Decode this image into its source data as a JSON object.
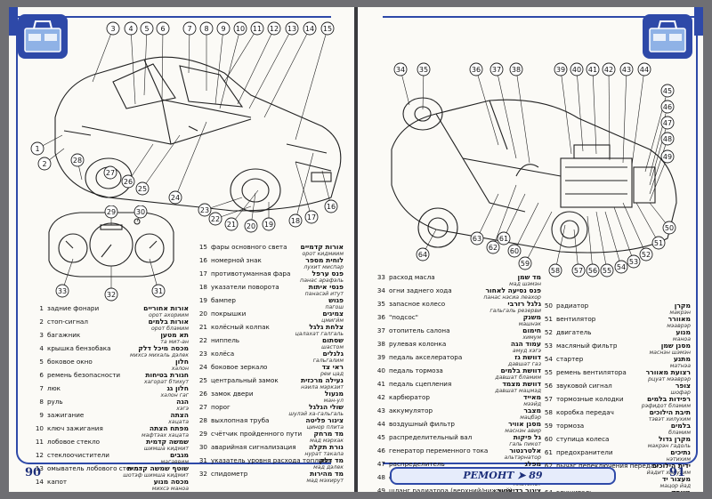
{
  "book": {
    "left_page_number": "90",
    "right_page_number": "91",
    "banner": "РЕМОНТ ➤ 89"
  },
  "colors": {
    "frame": "#2e49a8",
    "paper": "#fbfaf6",
    "ink": "#111111"
  },
  "icons": {
    "left": "toolbox-icon",
    "right": "toolbox-icon"
  },
  "left_callouts": [
    "1",
    "2",
    "3",
    "4",
    "5",
    "6",
    "7",
    "8",
    "9",
    "10",
    "11",
    "12",
    "13",
    "14",
    "15",
    "16",
    "17",
    "18",
    "19",
    "20",
    "21",
    "22",
    "23",
    "24",
    "25",
    "26",
    "27",
    "28"
  ],
  "dash_callouts": [
    "29",
    "30",
    "31",
    "32",
    "33"
  ],
  "right_callouts": [
    "34",
    "35",
    "36",
    "37",
    "38",
    "39",
    "40",
    "41",
    "42",
    "43",
    "44",
    "45",
    "46",
    "47",
    "48",
    "49",
    "50",
    "51",
    "52",
    "53",
    "54",
    "55",
    "56",
    "57",
    "58",
    "59",
    "60",
    "61",
    "62",
    "63",
    "64"
  ],
  "legend_left_a": [
    {
      "n": "1",
      "ru": "задние фонари",
      "he": "אורות אחוריים",
      "tr": "орот ахориим"
    },
    {
      "n": "2",
      "ru": "стоп-сигнал",
      "he": "אורות בלמים",
      "tr": "орот бламим"
    },
    {
      "n": "3",
      "ru": "багажник",
      "he": "תא מטען",
      "tr": "та мит-ан"
    },
    {
      "n": "4",
      "ru": "крышка бензобака",
      "he": "מכסה מיכל דלק",
      "tr": "михсэ михаль дэлек"
    },
    {
      "n": "5",
      "ru": "боковое окно",
      "he": "חלון",
      "tr": "халон"
    },
    {
      "n": "6",
      "ru": "ремень безопасности",
      "he": "חגורת בטיחות",
      "tr": "хагорат бтихут"
    },
    {
      "n": "7",
      "ru": "люк",
      "he": "חלון גג",
      "tr": "халон гаг"
    },
    {
      "n": "8",
      "ru": "руль",
      "he": "הגה",
      "tr": "хэгэ"
    },
    {
      "n": "9",
      "ru": "зажигание",
      "he": "הצתה",
      "tr": "хацата"
    },
    {
      "n": "10",
      "ru": "ключ зажигания",
      "he": "מפתח הצתה",
      "tr": "мафтэах хацата"
    },
    {
      "n": "11",
      "ru": "лобовое стекло",
      "he": "שמשה קדמית",
      "tr": "шимша кидмит"
    },
    {
      "n": "12",
      "ru": "стеклоочистители",
      "he": "מגבים",
      "tr": "магаввим"
    },
    {
      "n": "13",
      "ru": "омыватель лобового стекла",
      "he": "שוטף שמשה קדמית",
      "tr": "шотэф шимша кидмит"
    },
    {
      "n": "14",
      "ru": "капот",
      "he": "מכסה מנוע",
      "tr": "михсэ маноа"
    }
  ],
  "legend_left_b": [
    {
      "n": "15",
      "ru": "фары основного света",
      "he": "אורות קדמיים",
      "tr": "орот кидмиим"
    },
    {
      "n": "16",
      "ru": "номерной знак",
      "he": "לוחית מספר",
      "tr": "лухит миспар"
    },
    {
      "n": "17",
      "ru": "противотуманная фара",
      "he": "פנס ערפל",
      "tr": "панас арафэль"
    },
    {
      "n": "18",
      "ru": "указатели поворота",
      "he": "פנסי איתות",
      "tr": "панасэй итут"
    },
    {
      "n": "19",
      "ru": "бампер",
      "he": "פגוש",
      "tr": "пагош"
    },
    {
      "n": "20",
      "ru": "покрышки",
      "he": "צמיגים",
      "tr": "цмиги́м"
    },
    {
      "n": "21",
      "ru": "колёсный колпак",
      "he": "צלחת גלגל",
      "tr": "цалахат галгаль"
    },
    {
      "n": "22",
      "ru": "ниппель",
      "he": "שסתום",
      "tr": "шастом"
    },
    {
      "n": "23",
      "ru": "колёса",
      "he": "גלגלים",
      "tr": "гальгалим"
    },
    {
      "n": "24",
      "ru": "боковое зеркало",
      "he": "ראי צד",
      "tr": "реи цад"
    },
    {
      "n": "25",
      "ru": "центральный замок",
      "he": "נעילה מרכזית",
      "tr": "нэила мэркзит"
    },
    {
      "n": "26",
      "ru": "замок двери",
      "he": "מנעול",
      "tr": "ман-ул"
    },
    {
      "n": "27",
      "ru": "порог",
      "he": "שולי הגלגל",
      "tr": "шулэй ха-гальгаль"
    },
    {
      "n": "28",
      "ru": "выхлопная труба",
      "he": "צינור פליטה",
      "tr": "цинор плита"
    },
    {
      "n": "29",
      "ru": "счётчик пройденного пути",
      "he": "מד מרחק",
      "tr": "мад мэрхак"
    },
    {
      "n": "30",
      "ru": "аварийная сигнализация",
      "he": "נורת תקלה",
      "tr": "нурат такала"
    },
    {
      "n": "31",
      "ru": "указатель уровня расхода топлива",
      "he": "מד דלק",
      "tr": "мад дэлек"
    },
    {
      "n": "32",
      "ru": "спидометр",
      "he": "מד מהירות",
      "tr": "мад мэхирут"
    }
  ],
  "legend_right_a": [
    {
      "n": "33",
      "ru": "расход масла",
      "he": "מד שמן",
      "tr": "мад шэмэн"
    },
    {
      "n": "34",
      "ru": "огни заднего хода",
      "he": "פנס נסיעה לאחור",
      "tr": "панас нэсиа леахор"
    },
    {
      "n": "35",
      "ru": "запасное колесо",
      "he": "גלגל רזרבי",
      "tr": "гальгаль резерви"
    },
    {
      "n": "36",
      "ru": "\"подсос\"",
      "he": "משנק",
      "tr": "машнэк"
    },
    {
      "n": "37",
      "ru": "отопитель салона",
      "he": "חימום",
      "tr": "химум"
    },
    {
      "n": "38",
      "ru": "рулевая колонка",
      "he": "עמוד הגה",
      "tr": "амуд хэгэ"
    },
    {
      "n": "39",
      "ru": "педаль акселератора",
      "he": "דוושת גז",
      "tr": "давшат газ"
    },
    {
      "n": "40",
      "ru": "педаль тормоза",
      "he": "דוושת בלמים",
      "tr": "давшат бламим"
    },
    {
      "n": "41",
      "ru": "педаль сцепления",
      "he": "דוושת מצמד",
      "tr": "давшат мацмэд"
    },
    {
      "n": "42",
      "ru": "карбюратор",
      "he": "מאייד",
      "tr": "мээйд"
    },
    {
      "n": "43",
      "ru": "аккумулятор",
      "he": "מצבר",
      "tr": "мацбэр"
    },
    {
      "n": "44",
      "ru": "воздушный фильтр",
      "he": "מסנן אוויר",
      "tr": "маснэн авир"
    },
    {
      "n": "45",
      "ru": "распределительный вал",
      "he": "גל פיקות",
      "tr": "галь пикот"
    },
    {
      "n": "46",
      "ru": "генератор переменного тока",
      "he": "אלטרנטור",
      "tr": "альтэрнатор"
    },
    {
      "n": "47",
      "ru": "распределитель",
      "he": "מפלג",
      "tr": "мафлэг"
    },
    {
      "n": "48",
      "ru": "свечи",
      "he": "פלטינות",
      "tr": "платинот"
    },
    {
      "n": "49",
      "ru": "шланг радиатора (верхний/нижний)",
      "he": "צינור רדיאטור",
      "tr": "цинор радиатор"
    }
  ],
  "legend_right_b": [
    {
      "n": "50",
      "ru": "радиатор",
      "he": "מקרן",
      "tr": "макрэн"
    },
    {
      "n": "51",
      "ru": "вентилятор",
      "he": "מאוורר",
      "tr": "мэаврэр"
    },
    {
      "n": "52",
      "ru": "двигатель",
      "he": "מנוע",
      "tr": "маноа"
    },
    {
      "n": "53",
      "ru": "масляный фильтр",
      "he": "מסנן שמן",
      "tr": "маснэн шэмэн"
    },
    {
      "n": "54",
      "ru": "стартер",
      "he": "מתנע",
      "tr": "матнэа"
    },
    {
      "n": "55",
      "ru": "ремень вентилятора",
      "he": "רצועת מאוורר",
      "tr": "рцуат мэаврэр"
    },
    {
      "n": "56",
      "ru": "звуковой сигнал",
      "he": "צופר",
      "tr": "шофар"
    },
    {
      "n": "57",
      "ru": "тормозные колодки",
      "he": "רפידות בלמים",
      "tr": "рэфидот бламим"
    },
    {
      "n": "58",
      "ru": "коробка передач",
      "he": "תיבת הילוכים",
      "tr": "тэвэт хилухим"
    },
    {
      "n": "59",
      "ru": "тормоза",
      "he": "בלמים",
      "tr": "бламим"
    },
    {
      "n": "60",
      "ru": "ступица колеса",
      "he": "מקרן גדול",
      "tr": "макрэн гадоль"
    },
    {
      "n": "61",
      "ru": "предохранители",
      "he": "נתיכים",
      "tr": "нэтихим"
    },
    {
      "n": "62",
      "ru": "рычаг переключения передач",
      "he": "ידית הילוכים",
      "tr": "йадит хилухим"
    },
    {
      "n": "63",
      "ru": "ручной тормоз",
      "he": "מעצור יד",
      "tr": "мацор йад"
    },
    {
      "n": "64",
      "ru": "глушитель",
      "he": "משתק",
      "tr": "мэштэк"
    }
  ]
}
